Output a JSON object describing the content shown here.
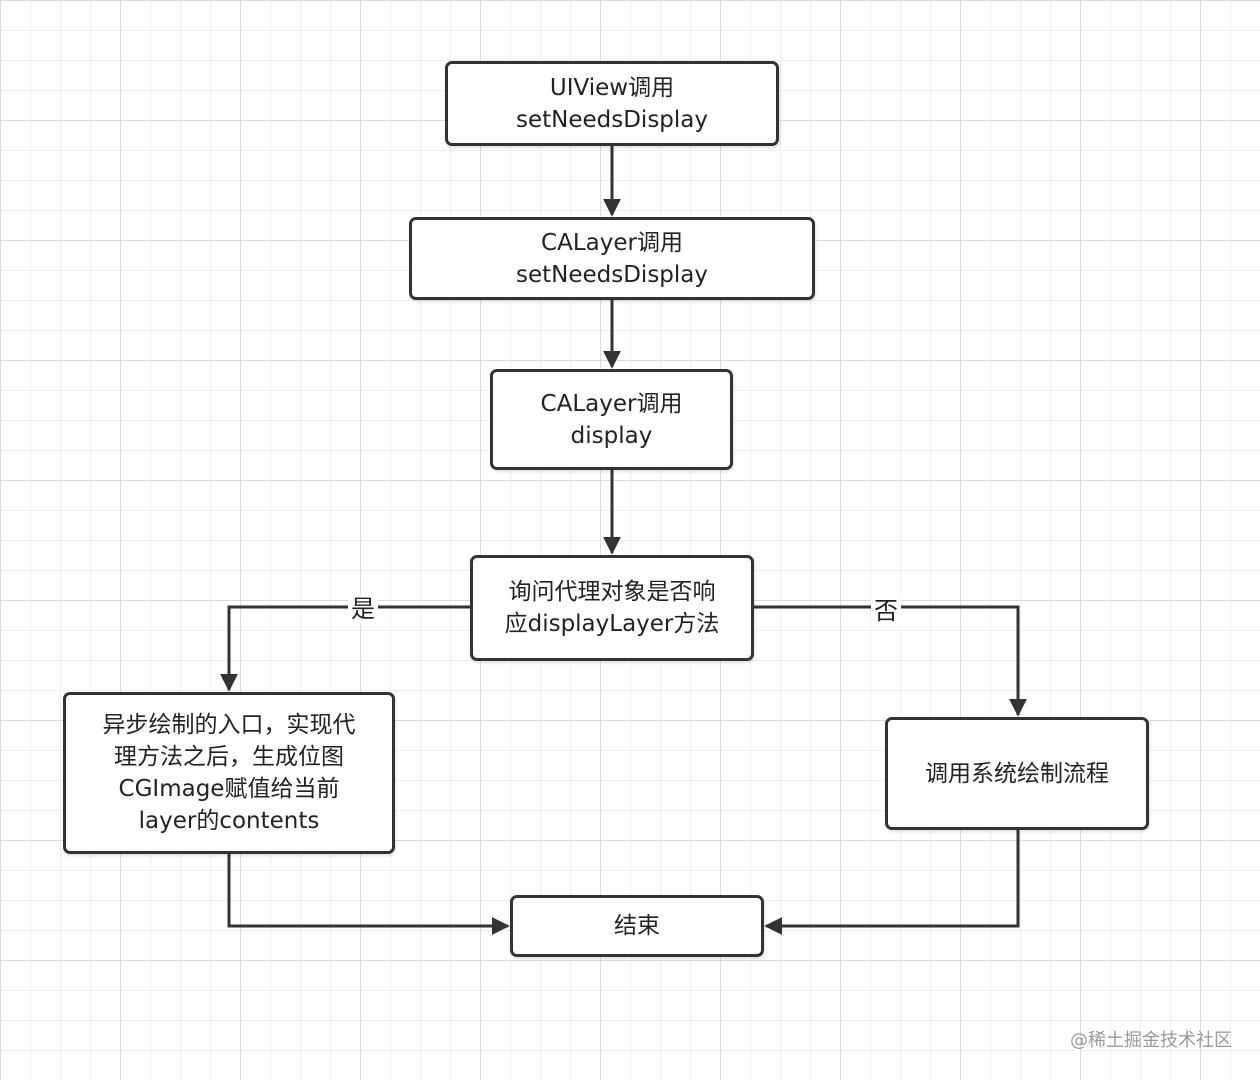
{
  "diagram": {
    "nodes": {
      "uiview": {
        "line1": "UIView调用",
        "line2": "setNeedsDisplay"
      },
      "calayer_setneeds": {
        "line1": "CALayer调用",
        "line2": "setNeedsDisplay"
      },
      "calayer_display": {
        "line1": "CALayer调用",
        "line2": "display"
      },
      "decision": {
        "line1": "询问代理对象是否响",
        "line2": "应displayLayer方法"
      },
      "async_draw": {
        "line1": "异步绘制的入口，实现代",
        "line2": "理方法之后，生成位图",
        "line3": "CGImage赋值给当前",
        "line4": "layer的contents"
      },
      "system_draw": {
        "line1": "调用系统绘制流程"
      },
      "end": {
        "line1": "结束"
      }
    },
    "edge_labels": {
      "yes": "是",
      "no": "否"
    }
  },
  "watermark": "@稀土掘金技术社区",
  "colors": {
    "stroke": "#333333",
    "grid_major": "#dcdcdc",
    "grid_minor": "#efefef",
    "background": "#ffffff"
  }
}
